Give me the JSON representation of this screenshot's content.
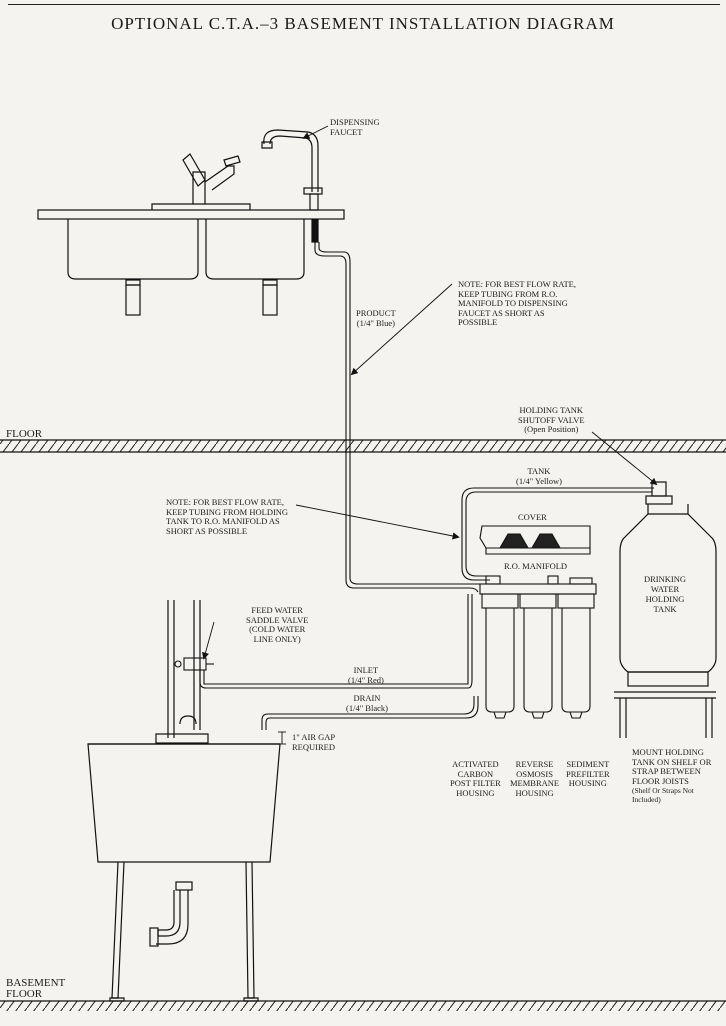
{
  "title": "OPTIONAL C.T.A.–3 BASEMENT INSTALLATION DIAGRAM",
  "labels": {
    "dispensing_faucet": [
      "DISPENSING",
      "FAUCET"
    ],
    "product": [
      "PRODUCT",
      "(1/4\" Blue)"
    ],
    "note_product": [
      "NOTE: FOR BEST FLOW RATE,",
      "KEEP TUBING FROM R.O.",
      "MANIFOLD TO DISPENSING",
      "FAUCET AS SHORT AS",
      "POSSIBLE"
    ],
    "floor": "FLOOR",
    "shutoff_valve": [
      "HOLDING TANK",
      "SHUTOFF VALVE",
      "(Open Position)"
    ],
    "tank_tubing": [
      "TANK",
      "(1/4\" Yellow)"
    ],
    "note_tank": [
      "NOTE: FOR BEST FLOW RATE,",
      "KEEP TUBING FROM HOLDING",
      "TANK TO R.O. MANIFOLD AS",
      "SHORT AS POSSIBLE"
    ],
    "cover": "COVER",
    "ro_manifold": "R.O. MANIFOLD",
    "holding_tank": [
      "DRINKING",
      "WATER",
      "HOLDING",
      "TANK"
    ],
    "saddle_valve": [
      "FEED WATER",
      "SADDLE VALVE",
      "(COLD WATER",
      "LINE ONLY)"
    ],
    "inlet": [
      "INLET",
      "(1/4\" Red)"
    ],
    "drain": [
      "DRAIN",
      "(1/4\" Black)"
    ],
    "air_gap": [
      "1\" AIR GAP",
      "REQUIRED"
    ],
    "carbon": [
      "ACTIVATED",
      "CARBON",
      "POST FILTER",
      "HOUSING"
    ],
    "membrane": [
      "REVERSE",
      "OSMOSIS",
      "MEMBRANE",
      "HOUSING"
    ],
    "sediment": [
      "SEDIMENT",
      "PREFILTER",
      "HOUSING"
    ],
    "mount_note": [
      "MOUNT HOLDING",
      "TANK ON SHELF OR",
      "STRAP BETWEEN",
      "FLOOR JOISTS"
    ],
    "mount_sub": [
      "(Shelf Or Straps Not",
      "Included)"
    ],
    "basement_floor": [
      "BASEMENT",
      "FLOOR"
    ]
  }
}
